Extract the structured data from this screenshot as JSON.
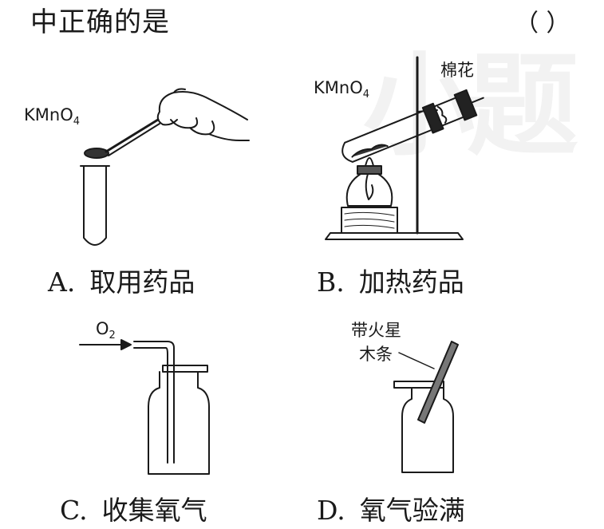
{
  "question": {
    "text": "中正确的是",
    "answer_paren": "（ ）"
  },
  "watermark": "小题",
  "figures": [
    {
      "letter": "A.",
      "caption": "取用药品",
      "labels": {
        "reagent": "KMnO",
        "reagent_sub": "4"
      }
    },
    {
      "letter": "B.",
      "caption": "加热药品",
      "labels": {
        "reagent": "KMnO",
        "reagent_sub": "4",
        "cotton": "棉花"
      }
    },
    {
      "letter": "C.",
      "caption": "收集氧气",
      "labels": {
        "gas": "O",
        "gas_sub": "2"
      }
    },
    {
      "letter": "D.",
      "caption": "氧气验满",
      "labels": {
        "splint_line1": "带火星",
        "splint_line2": "木条"
      }
    }
  ]
}
